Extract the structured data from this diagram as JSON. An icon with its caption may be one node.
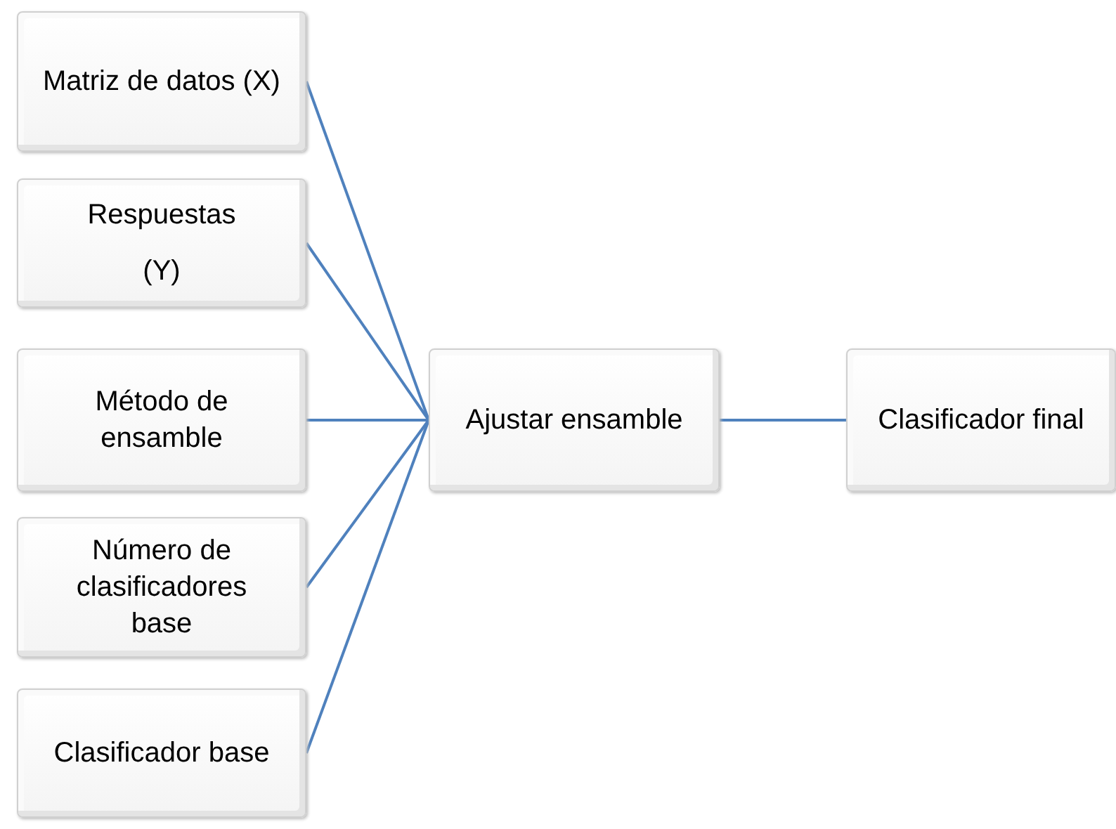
{
  "diagram": {
    "nodes": [
      {
        "text": [
          "Matriz de datos (X)"
        ]
      },
      {
        "text": [
          "Respuestas",
          "(Y)"
        ]
      },
      {
        "text": [
          "Método de ensamble"
        ]
      },
      {
        "text": [
          "Número de clasificadores base"
        ]
      },
      {
        "text": [
          "Clasificador base"
        ]
      },
      {
        "text": [
          "Ajustar ensamble"
        ]
      },
      {
        "text": [
          "Clasificador final"
        ]
      }
    ],
    "edges": [
      {
        "from": 0,
        "to": 5,
        "arrow": "none"
      },
      {
        "from": 1,
        "to": 5,
        "arrow": "none"
      },
      {
        "from": 2,
        "to": 5,
        "arrow": "none"
      },
      {
        "from": 3,
        "to": 5,
        "arrow": "none"
      },
      {
        "from": 4,
        "to": 5,
        "arrow": "none"
      },
      {
        "from": 5,
        "to": 6,
        "arrow": "none"
      }
    ]
  }
}
